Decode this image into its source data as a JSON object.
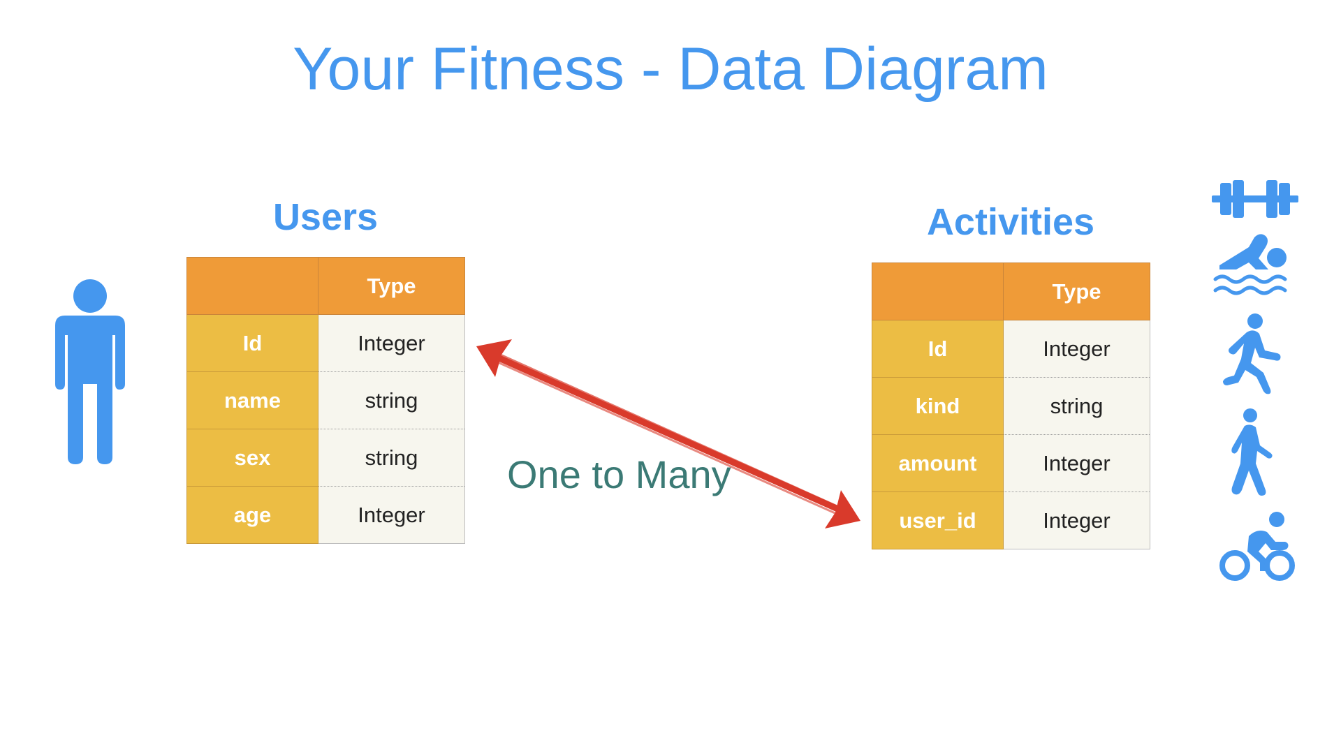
{
  "title": "Your Fitness - Data Diagram",
  "users": {
    "heading": "Users",
    "header": [
      "",
      "Type"
    ],
    "rows": [
      {
        "field": "Id",
        "type": "Integer"
      },
      {
        "field": "name",
        "type": "string"
      },
      {
        "field": "sex",
        "type": "string"
      },
      {
        "field": "age",
        "type": "Integer"
      }
    ]
  },
  "activities": {
    "heading": "Activities",
    "header": [
      "",
      "Type"
    ],
    "rows": [
      {
        "field": "Id",
        "type": "Integer"
      },
      {
        "field": "kind",
        "type": "string"
      },
      {
        "field": "amount",
        "type": "Integer"
      },
      {
        "field": "user_id",
        "type": "Integer"
      }
    ]
  },
  "relation": {
    "label": "One to Many"
  },
  "icons": [
    "person-icon",
    "dumbbell-icon",
    "swimmer-icon",
    "runner-icon",
    "walker-icon",
    "cyclist-icon"
  ],
  "colors": {
    "title": "#4597ee",
    "header": "#ef9b38",
    "key_cell": "#ecbd44",
    "value_cell": "#f7f6ee",
    "arrow": "#d93a2b",
    "relation_label": "#3b7a75",
    "icon": "#4597ee"
  }
}
